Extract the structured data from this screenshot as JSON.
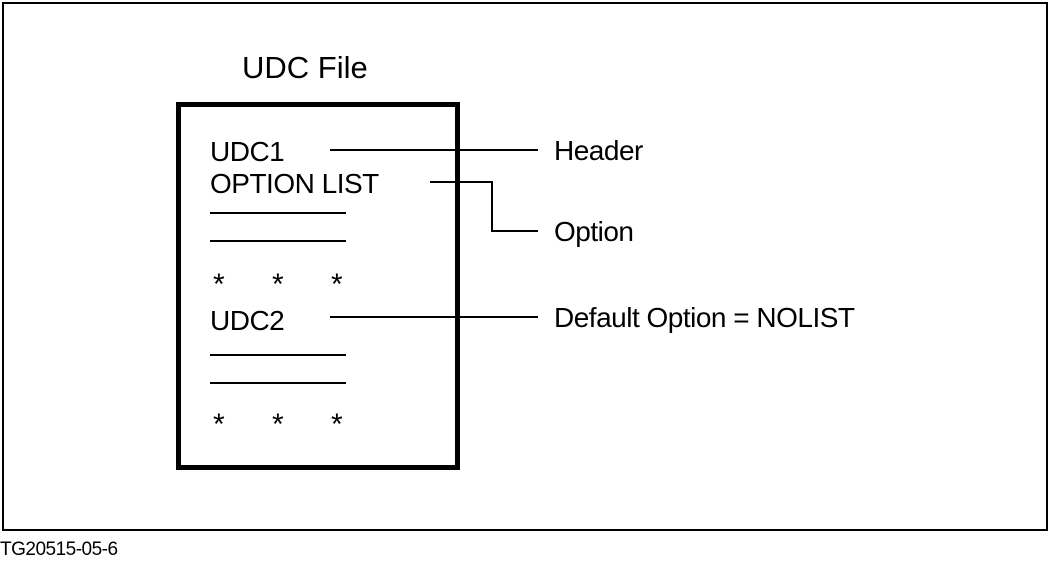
{
  "diagram": {
    "title": "UDC File",
    "entries": {
      "udc1": "UDC1",
      "option_list": "OPTION LIST",
      "udc2": "UDC2",
      "ellipsis_1": [
        "*",
        "*",
        "*"
      ],
      "ellipsis_2": [
        "*",
        "*",
        "*"
      ]
    },
    "callouts": {
      "header": "Header",
      "option": "Option",
      "default_option": "Default Option  =  NOLIST"
    },
    "figure_id": "TG20515-05-6"
  }
}
